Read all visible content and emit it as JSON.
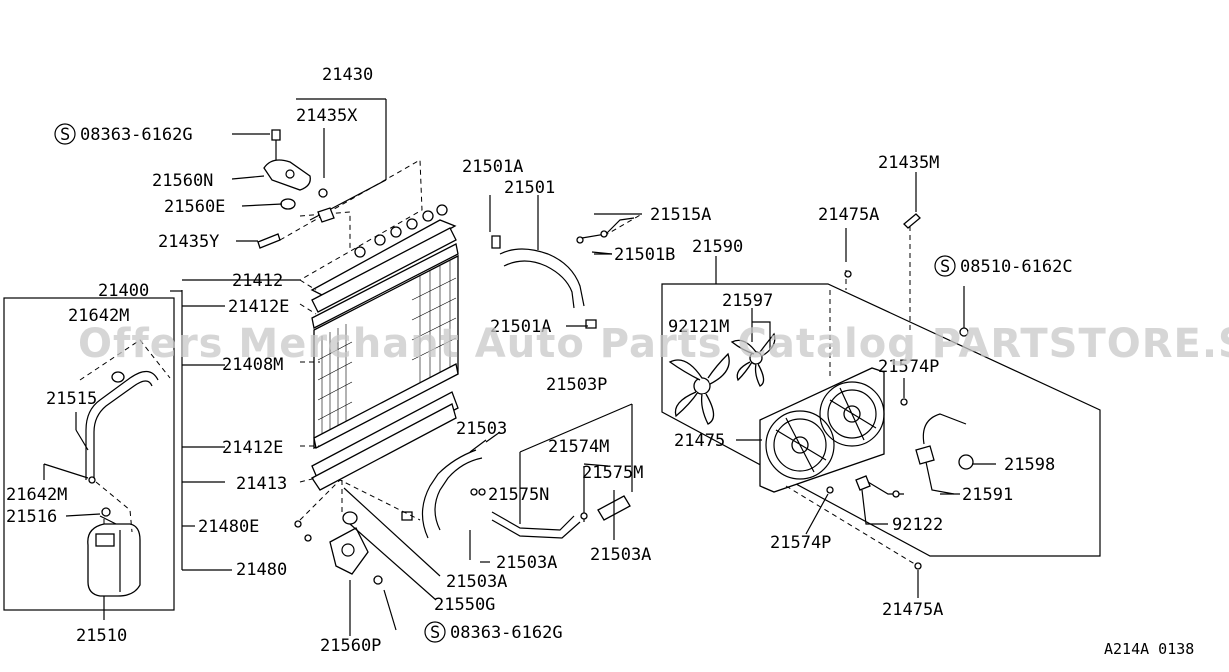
{
  "diagram": {
    "watermark": "Offers Merchant Auto Parts Catalog PARTSTORE.SA",
    "figure_code": "A214A 0138",
    "labels": {
      "p21430": "21430",
      "p21435X": "21435X",
      "s08363a": "08363-6162G",
      "p21560N": "21560N",
      "p21560E": "21560E",
      "p21435Y": "21435Y",
      "p21412": "21412",
      "p21400": "21400",
      "p21412E_top": "21412E",
      "p21642M_top": "21642M",
      "p21408M": "21408M",
      "p21515": "21515",
      "p21412E_bot": "21412E",
      "p21413": "21413",
      "p21642M_bot": "21642M",
      "p21516": "21516",
      "p21480E": "21480E",
      "p21480": "21480",
      "p21510": "21510",
      "p21501A_top": "21501A",
      "p21501": "21501",
      "p21515A": "21515A",
      "p21501B": "21501B",
      "p21501A_bot": "21501A",
      "p21503P": "21503P",
      "p21503": "21503",
      "p21574M": "21574M",
      "p21575M": "21575M",
      "p21575N": "21575N",
      "p21503A_mid": "21503A",
      "p21503A_right": "21503A",
      "p21503A_low": "21503A",
      "p21550G": "21550G",
      "p21560P": "21560P",
      "s08363b": "08363-6162G",
      "p21590": "21590",
      "p21597": "21597",
      "p92121M": "92121M",
      "p21435M": "21435M",
      "p21475A_top": "21475A",
      "s08510": "08510-6162C",
      "p21574P_top": "21574P",
      "p21475": "21475",
      "p21598": "21598",
      "p21591": "21591",
      "p92122": "92122",
      "p21574P_bot": "21574P",
      "p21475A_bot": "21475A",
      "screw_symbol": "S"
    }
  }
}
